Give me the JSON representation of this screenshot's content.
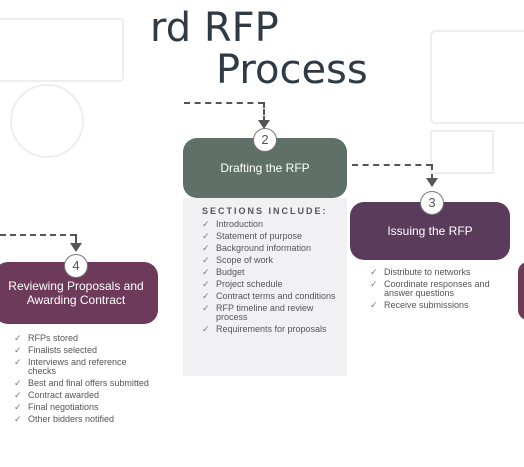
{
  "title": {
    "line1": "rd RFP",
    "line2": "Process"
  },
  "steps": {
    "s2": {
      "number": "2",
      "label": "Drafting the RFP",
      "sections_heading": "SECTIONS INCLUDE:",
      "items": [
        "Introduction",
        "Statement of purpose",
        "Background information",
        "Scope of work",
        "Budget",
        "Project schedule",
        "Contract terms and conditions",
        "RFP timeline and review process",
        "Requirements for proposals"
      ]
    },
    "s3": {
      "number": "3",
      "label": "Issuing the RFP",
      "items": [
        "Distribute to networks",
        "Coordinate responses and answer questions",
        "Receive submissions"
      ]
    },
    "s4": {
      "number": "4",
      "label": "Reviewing Proposals and Awarding Contract",
      "items": [
        "RFPs stored",
        "Finalists selected",
        "Interviews and reference checks",
        "Best and final offers submitted",
        "Contract awarded",
        "Final negotiations",
        "Other bidders notified"
      ]
    }
  },
  "icons": {
    "check": "✓"
  },
  "colors": {
    "step2_fill": "#5f7068",
    "step3_fill": "#5b3b5c",
    "step4_fill": "#6e3a5a",
    "panel_fill": "#f1f1f3",
    "text": "#555555"
  }
}
